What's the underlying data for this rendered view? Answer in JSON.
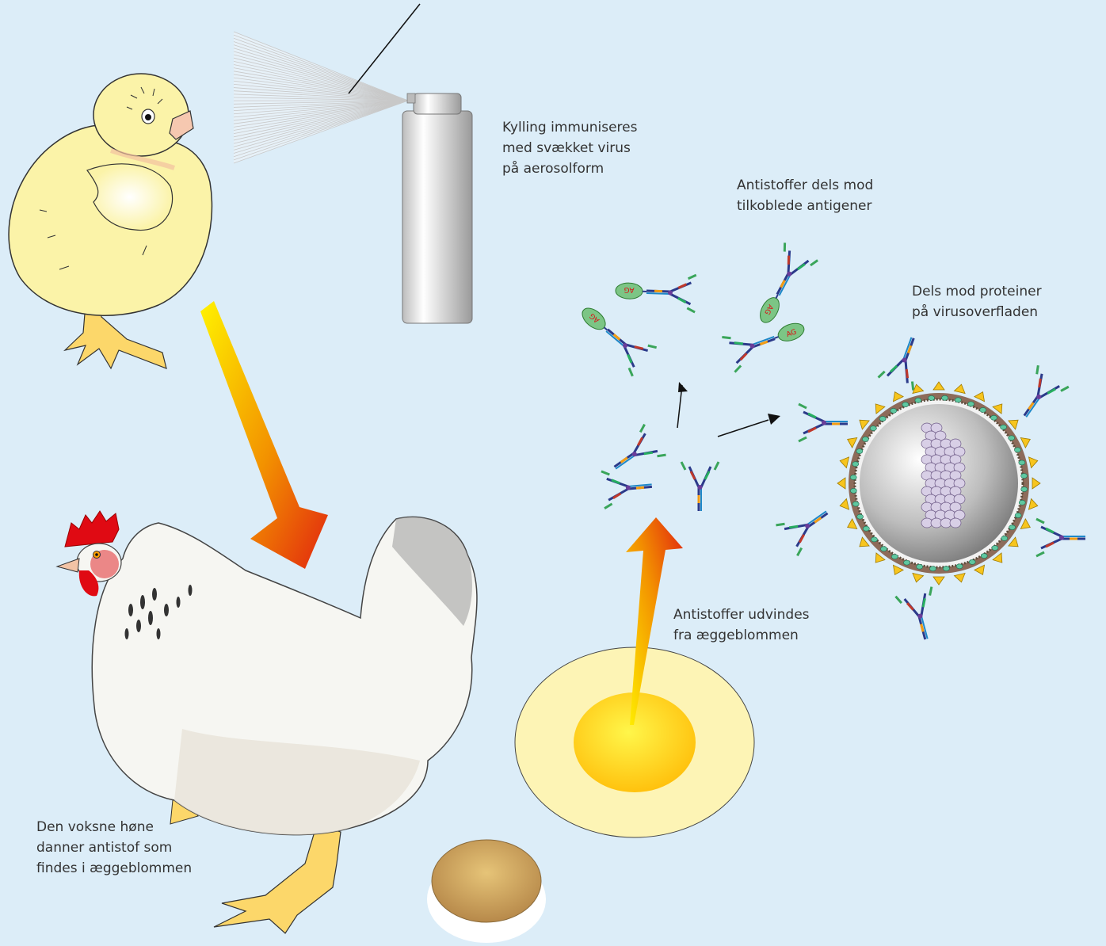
{
  "labels": {
    "spray": [
      "Kylling immuniseres",
      "med svækket virus",
      "på aerosolform"
    ],
    "tagged": [
      "Antistoffer dels mod",
      "tilkoblede antigener"
    ],
    "virus": [
      "Dels mod proteiner",
      "på virusoverfladen"
    ],
    "extract": [
      "Antistoffer udvindes",
      "fra æggeblommen"
    ],
    "hen": [
      "Den voksne høne",
      "danner antistof som",
      "findes i æggeblommen"
    ]
  },
  "antigen_tag": "AG",
  "colors": {
    "background": "#dcedf8",
    "chick": "#fbf3a8",
    "yolk": "#fedb1a",
    "egg_white": "#fdf4b5",
    "shell": "#dbb35e",
    "arrow_top": "#fcf000",
    "arrow_bottom": "#e1250f",
    "antigen": "#7cc585",
    "comb": "#e00a13"
  }
}
